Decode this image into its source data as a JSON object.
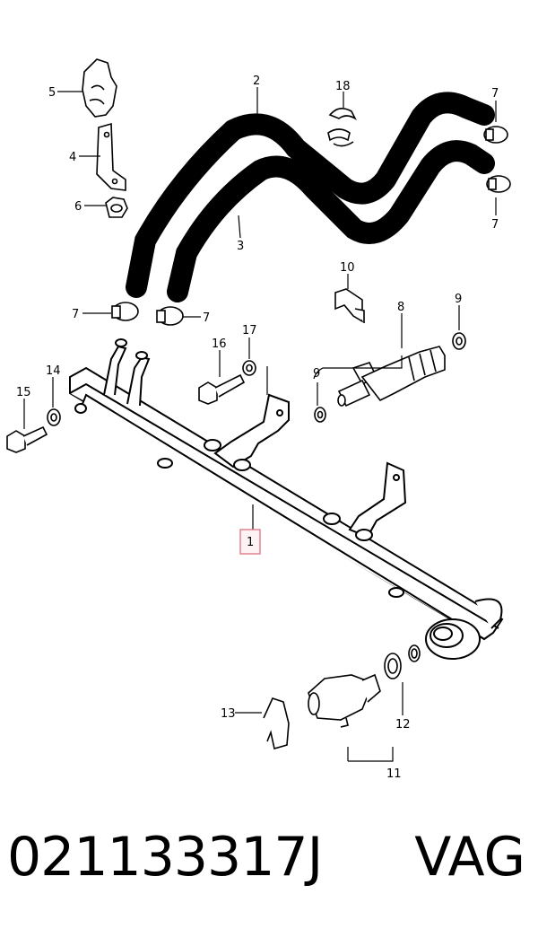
{
  "callouts": {
    "c1": "1",
    "c2": "2",
    "c3": "3",
    "c4": "4",
    "c5": "5",
    "c6": "6",
    "c7a": "7",
    "c7b": "7",
    "c7c": "7",
    "c7d": "7",
    "c8": "8",
    "c9a": "9",
    "c9b": "9",
    "c10": "10",
    "c11": "11",
    "c12": "12",
    "c13": "13",
    "c14": "14",
    "c15": "15",
    "c16": "16",
    "c17": "17",
    "c18": "18"
  },
  "footer": {
    "part_number": "021133317J",
    "brand": "VAG"
  },
  "colors": {
    "line": "#000000",
    "highlight": "#e07b8a",
    "background": "#ffffff"
  }
}
